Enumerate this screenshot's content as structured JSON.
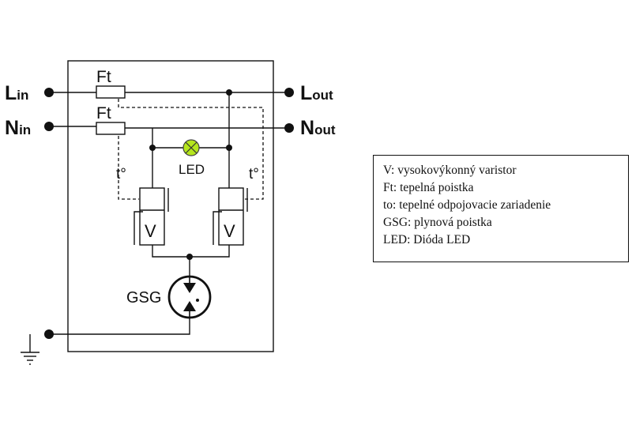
{
  "terminals": {
    "l_in": {
      "main": "L",
      "sub": "in"
    },
    "n_in": {
      "main": "N",
      "sub": "in"
    },
    "l_out": {
      "main": "L",
      "sub": "out"
    },
    "n_out": {
      "main": "N",
      "sub": "out"
    }
  },
  "components": {
    "fuse_top": "Ft",
    "fuse_bottom": "Ft",
    "thermal_left": "t°",
    "thermal_right": "t°",
    "led": "LED",
    "varistor_left": "V",
    "varistor_right": "V",
    "gsg": "GSG"
  },
  "colors": {
    "led": "#b5e61d"
  },
  "legend": [
    "V: vysokovýkonný varistor",
    "Ft: tepelná poistka",
    "to: tepelné odpojovacie zariadenie",
    "GSG: plynová poistka",
    "LED: Dióda LED"
  ]
}
